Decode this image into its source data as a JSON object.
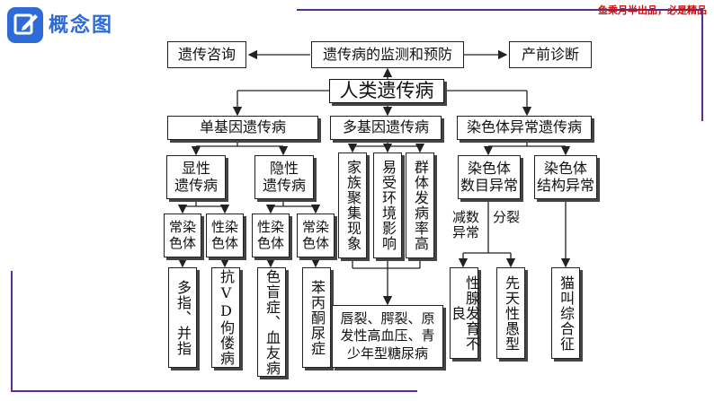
{
  "header": {
    "title": "概念图",
    "watermark": "鱼乘月半出品，必是精品"
  },
  "top_row": {
    "left": "遗传咨询",
    "center": "遗传病的监测和预防",
    "right": "产前诊断"
  },
  "root": "人类遗传病",
  "categories": {
    "single": "单基因遗传病",
    "multi": "多基因遗传病",
    "chromosome": "染色体异常遗传病"
  },
  "single_gene": {
    "dominant": "显性\n遗传病",
    "recessive": "隐性\n遗传病",
    "autosomal_dominant": "常染\n色体",
    "xlinked_dominant": "性染\n色体",
    "xlinked_recessive": "性染\n色体",
    "autosomal_recessive": "常染\n色体",
    "ex_polydactyly": "多指、并指",
    "ex_vd_rickets": "抗VD佝偻病",
    "ex_colorblind": "色盲症、血友病",
    "ex_pku": "苯丙酮尿症"
  },
  "multi_gene": {
    "trait1": "家族聚集现象",
    "trait2": "易受环境影响",
    "trait3": "群体发病率高",
    "examples": "唇裂、腭裂、原发性高血压、青少年型糖尿病"
  },
  "chromosome": {
    "number": "染色体\n数目异常",
    "structure": "染色体\n结构异常",
    "note_meiosis": "减数\n异常",
    "note_division": "分裂",
    "ex_turner": "性腺发育不良",
    "ex_down": "先天性愚型",
    "ex_cri_du_chat": "猫叫综合征"
  }
}
